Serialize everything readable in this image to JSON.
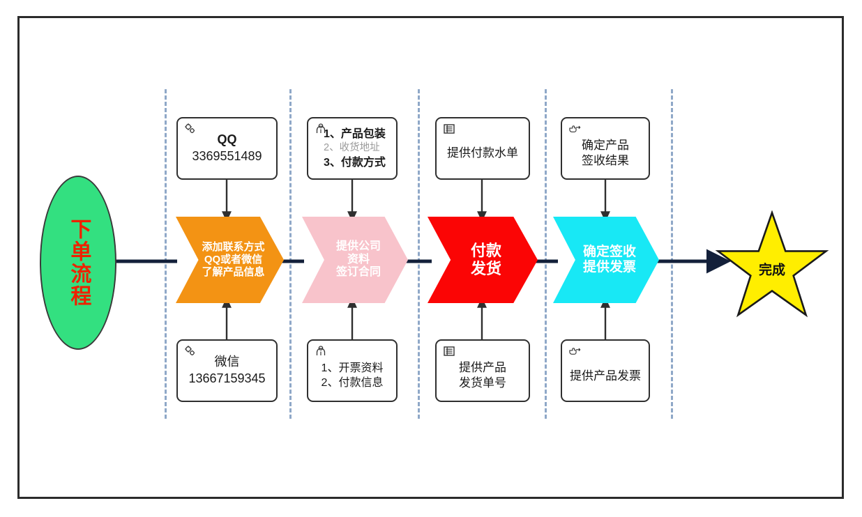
{
  "diagram": {
    "title": "下单流程",
    "start": {
      "label": "下单流程",
      "fill": "#33e080",
      "text_color": "#ee2200"
    },
    "end": {
      "label": "完成",
      "fill": "#ffee00",
      "text_color": "#111111"
    },
    "colors": {
      "connector": "#13203a",
      "lane_divider": "#8fa8c8",
      "frame_border": "#2b2b2b",
      "note_border": "#2f2f2f"
    },
    "stages": [
      {
        "id": "stage-1",
        "chevron": {
          "lines": [
            "添加联系方式",
            "QQ或者微信",
            "了解产品信息"
          ],
          "fill": "#f39314",
          "text_color": "#ffffff",
          "font_size": 15
        },
        "top_note": {
          "icon": "gears-icon",
          "lines": [
            {
              "text": "QQ",
              "style": "bold"
            },
            {
              "text": "3369551489",
              "style": "normal"
            }
          ]
        },
        "bottom_note": {
          "icon": "gears-icon",
          "lines": [
            {
              "text": "微信",
              "style": "normal"
            },
            {
              "text": "13667159345",
              "style": "normal"
            }
          ]
        }
      },
      {
        "id": "stage-2",
        "chevron": {
          "lines": [
            "提供公司",
            "资料",
            "签订合同"
          ],
          "fill": "#f8c3cb",
          "text_color": "#ffffff",
          "font_size": 16
        },
        "top_note": {
          "icon": "person-icon",
          "lines": [
            {
              "text": "1、产品包装",
              "style": "bold"
            },
            {
              "text": "2、收货地址",
              "style": "muted"
            },
            {
              "text": "3、付款方式",
              "style": "bold"
            }
          ]
        },
        "bottom_note": {
          "icon": "person-icon",
          "lines": [
            {
              "text": "1、开票资料",
              "style": "normal"
            },
            {
              "text": "2、付款信息",
              "style": "normal"
            }
          ]
        }
      },
      {
        "id": "stage-3",
        "chevron": {
          "lines": [
            "付款",
            "发货"
          ],
          "fill": "#fb0505",
          "text_color": "#ffffff",
          "font_size": 22
        },
        "top_note": {
          "icon": "list-icon",
          "lines": [
            {
              "text": "提供付款水单",
              "style": "normal"
            }
          ]
        },
        "bottom_note": {
          "icon": "list-icon",
          "lines": [
            {
              "text": "提供产品",
              "style": "normal"
            },
            {
              "text": "发货单号",
              "style": "normal"
            }
          ]
        }
      },
      {
        "id": "stage-4",
        "chevron": {
          "lines": [
            "确定签收",
            "提供发票"
          ],
          "fill": "#18e8f5",
          "text_color": "#ffffff",
          "font_size": 19
        },
        "top_note": {
          "icon": "pointing-hand-icon",
          "lines": [
            {
              "text": "确定产品",
              "style": "normal"
            },
            {
              "text": "签收结果",
              "style": "normal"
            }
          ]
        },
        "bottom_note": {
          "icon": "pointing-hand-icon",
          "lines": [
            {
              "text": "提供产品发票",
              "style": "normal"
            }
          ]
        }
      }
    ]
  }
}
